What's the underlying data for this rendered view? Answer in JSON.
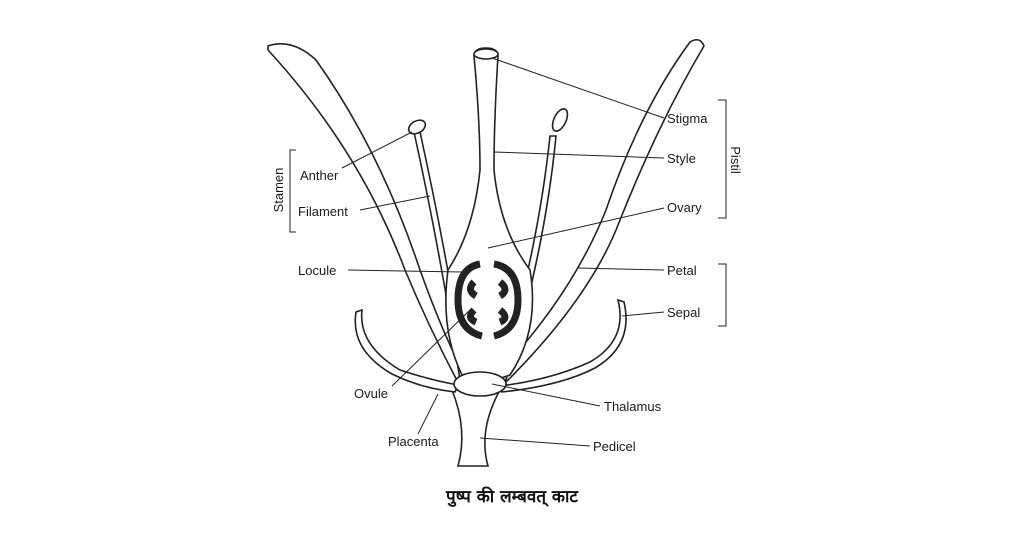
{
  "labels": {
    "stigma": "Stigma",
    "style": "Style",
    "ovary": "Ovary",
    "pistil": "Pistil",
    "petal": "Petal",
    "sepal": "Sepal",
    "thalamus": "Thalamus",
    "pedicel": "Pedicel",
    "placenta": "Placenta",
    "ovule": "Ovule",
    "locule": "Locule",
    "anther": "Anther",
    "filament": "Filament",
    "stamen": "Stamen"
  },
  "caption": "पुष्प की लम्बवत् काट"
}
